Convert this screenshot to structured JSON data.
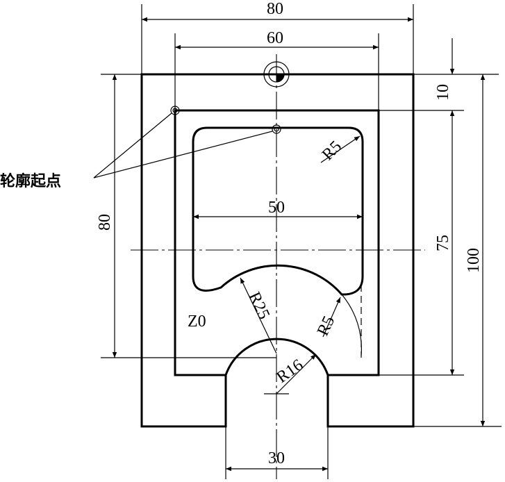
{
  "drawing": {
    "dimensions": {
      "top_outer_width": "80",
      "top_inner_width": "60",
      "pocket_width": "50",
      "left_height": "80",
      "right_top_offset": "10",
      "right_inner_height": "75",
      "right_outer_height": "100",
      "bottom_notch_width": "30"
    },
    "radii": {
      "pocket_corner": "R5",
      "arc_large": "R25",
      "arc_fillet": "R5",
      "notch": "R16"
    },
    "labels": {
      "contour_start": "轮廓起点",
      "z_origin": "Z0"
    }
  }
}
